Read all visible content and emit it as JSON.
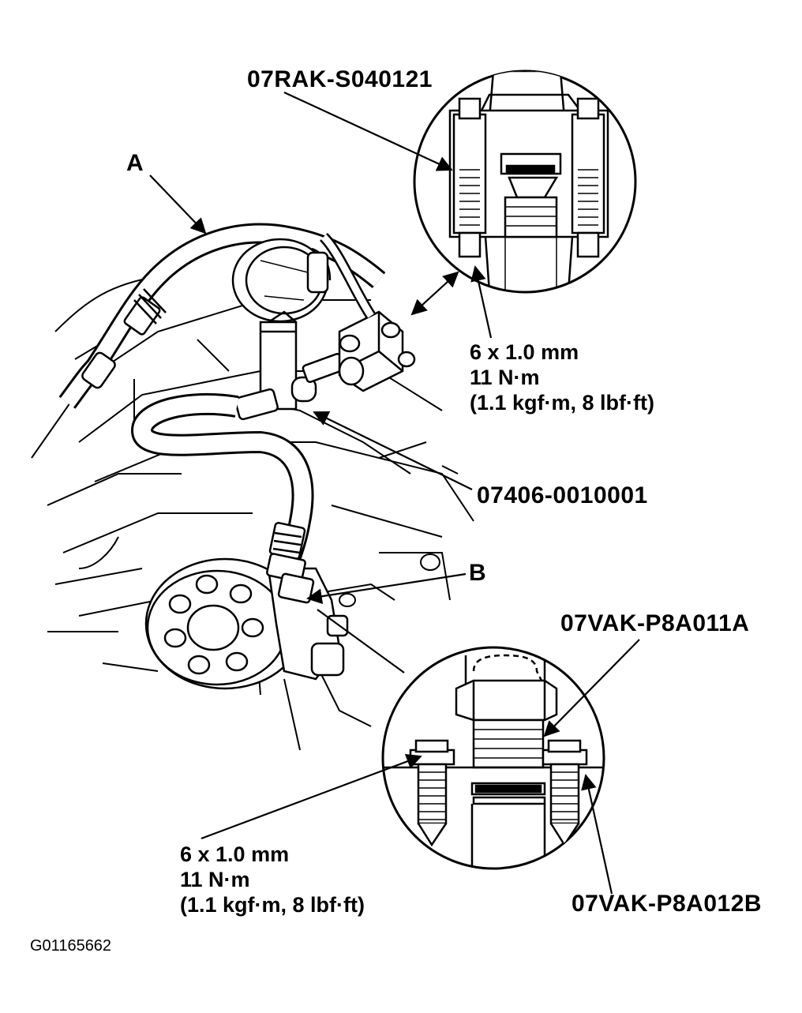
{
  "callouts": {
    "tool_top": "07RAK-S040121",
    "label_a": "A",
    "gauge_tool": "07406-0010001",
    "label_b": "B",
    "tool_bottom_a": "07VAK-P8A011A",
    "tool_bottom_b": "07VAK-P8A012B"
  },
  "spec_top": {
    "line1": "6 x 1.0 mm",
    "line2": "11 N·m",
    "line3": "(1.1 kgf·m, 8 lbf·ft)"
  },
  "spec_bottom": {
    "line1": "6 x 1.0 mm",
    "line2": "11 N·m",
    "line3": "(1.1 kgf·m, 8 lbf·ft)"
  },
  "figure_id": "G01165662",
  "colors": {
    "ink": "#000000",
    "paper": "#ffffff"
  }
}
